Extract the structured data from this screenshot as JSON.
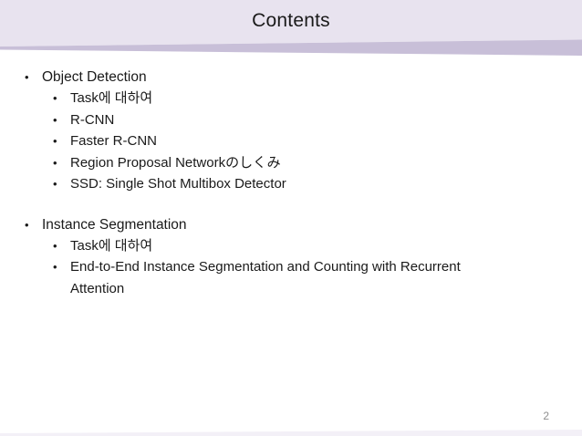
{
  "slide": {
    "title": "Contents",
    "page_number": "2",
    "bullet_glyph": "•",
    "colors": {
      "header_bg": "#e8e3ef",
      "header_stripe": "#c8bfd8",
      "bottom_accent": "#f3f0f7",
      "text": "#1a1a1a",
      "page_number": "#8f8f8f"
    },
    "sections": [
      {
        "label": "Object Detection",
        "items": [
          "Task에 대하여",
          "R-CNN",
          "Faster R-CNN",
          "Region Proposal Networkのしくみ",
          "SSD: Single Shot Multibox Detector"
        ]
      },
      {
        "label": "Instance Segmentation",
        "items": [
          "Task에 대하여",
          "End-to-End Instance Segmentation and Counting with Recurrent Attention"
        ]
      }
    ]
  }
}
